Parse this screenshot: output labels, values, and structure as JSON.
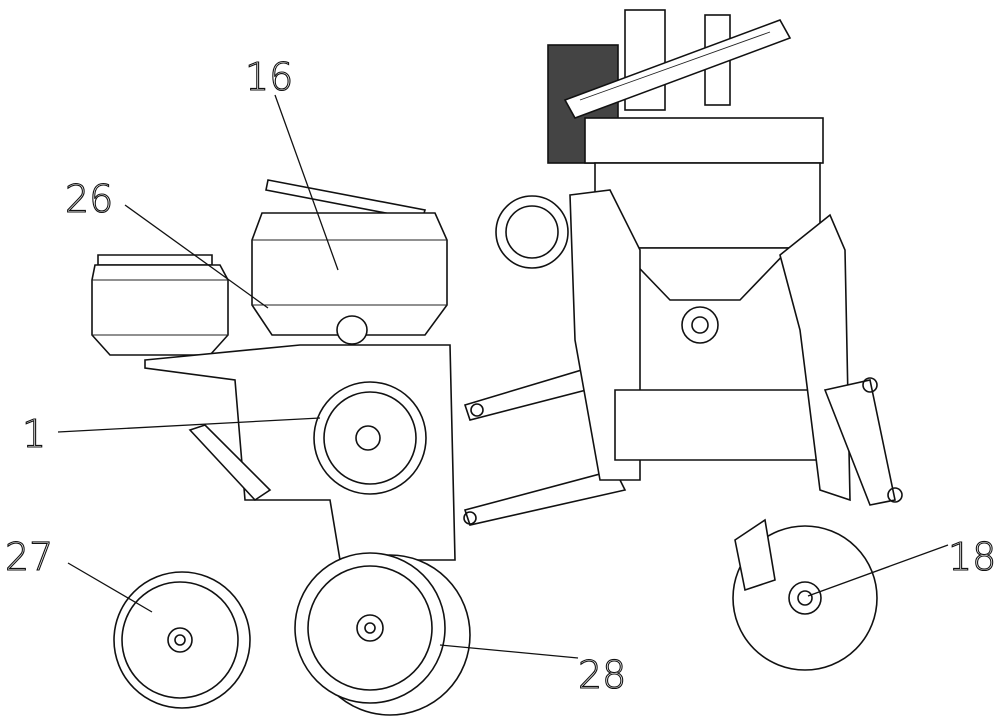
{
  "figure": {
    "labels": {
      "seed_meter": "1",
      "hopper_large": "16",
      "hopper_small": "26",
      "gauge_wheel_front": "27",
      "closing_wheel": "28",
      "coulter_disc": "18"
    }
  }
}
